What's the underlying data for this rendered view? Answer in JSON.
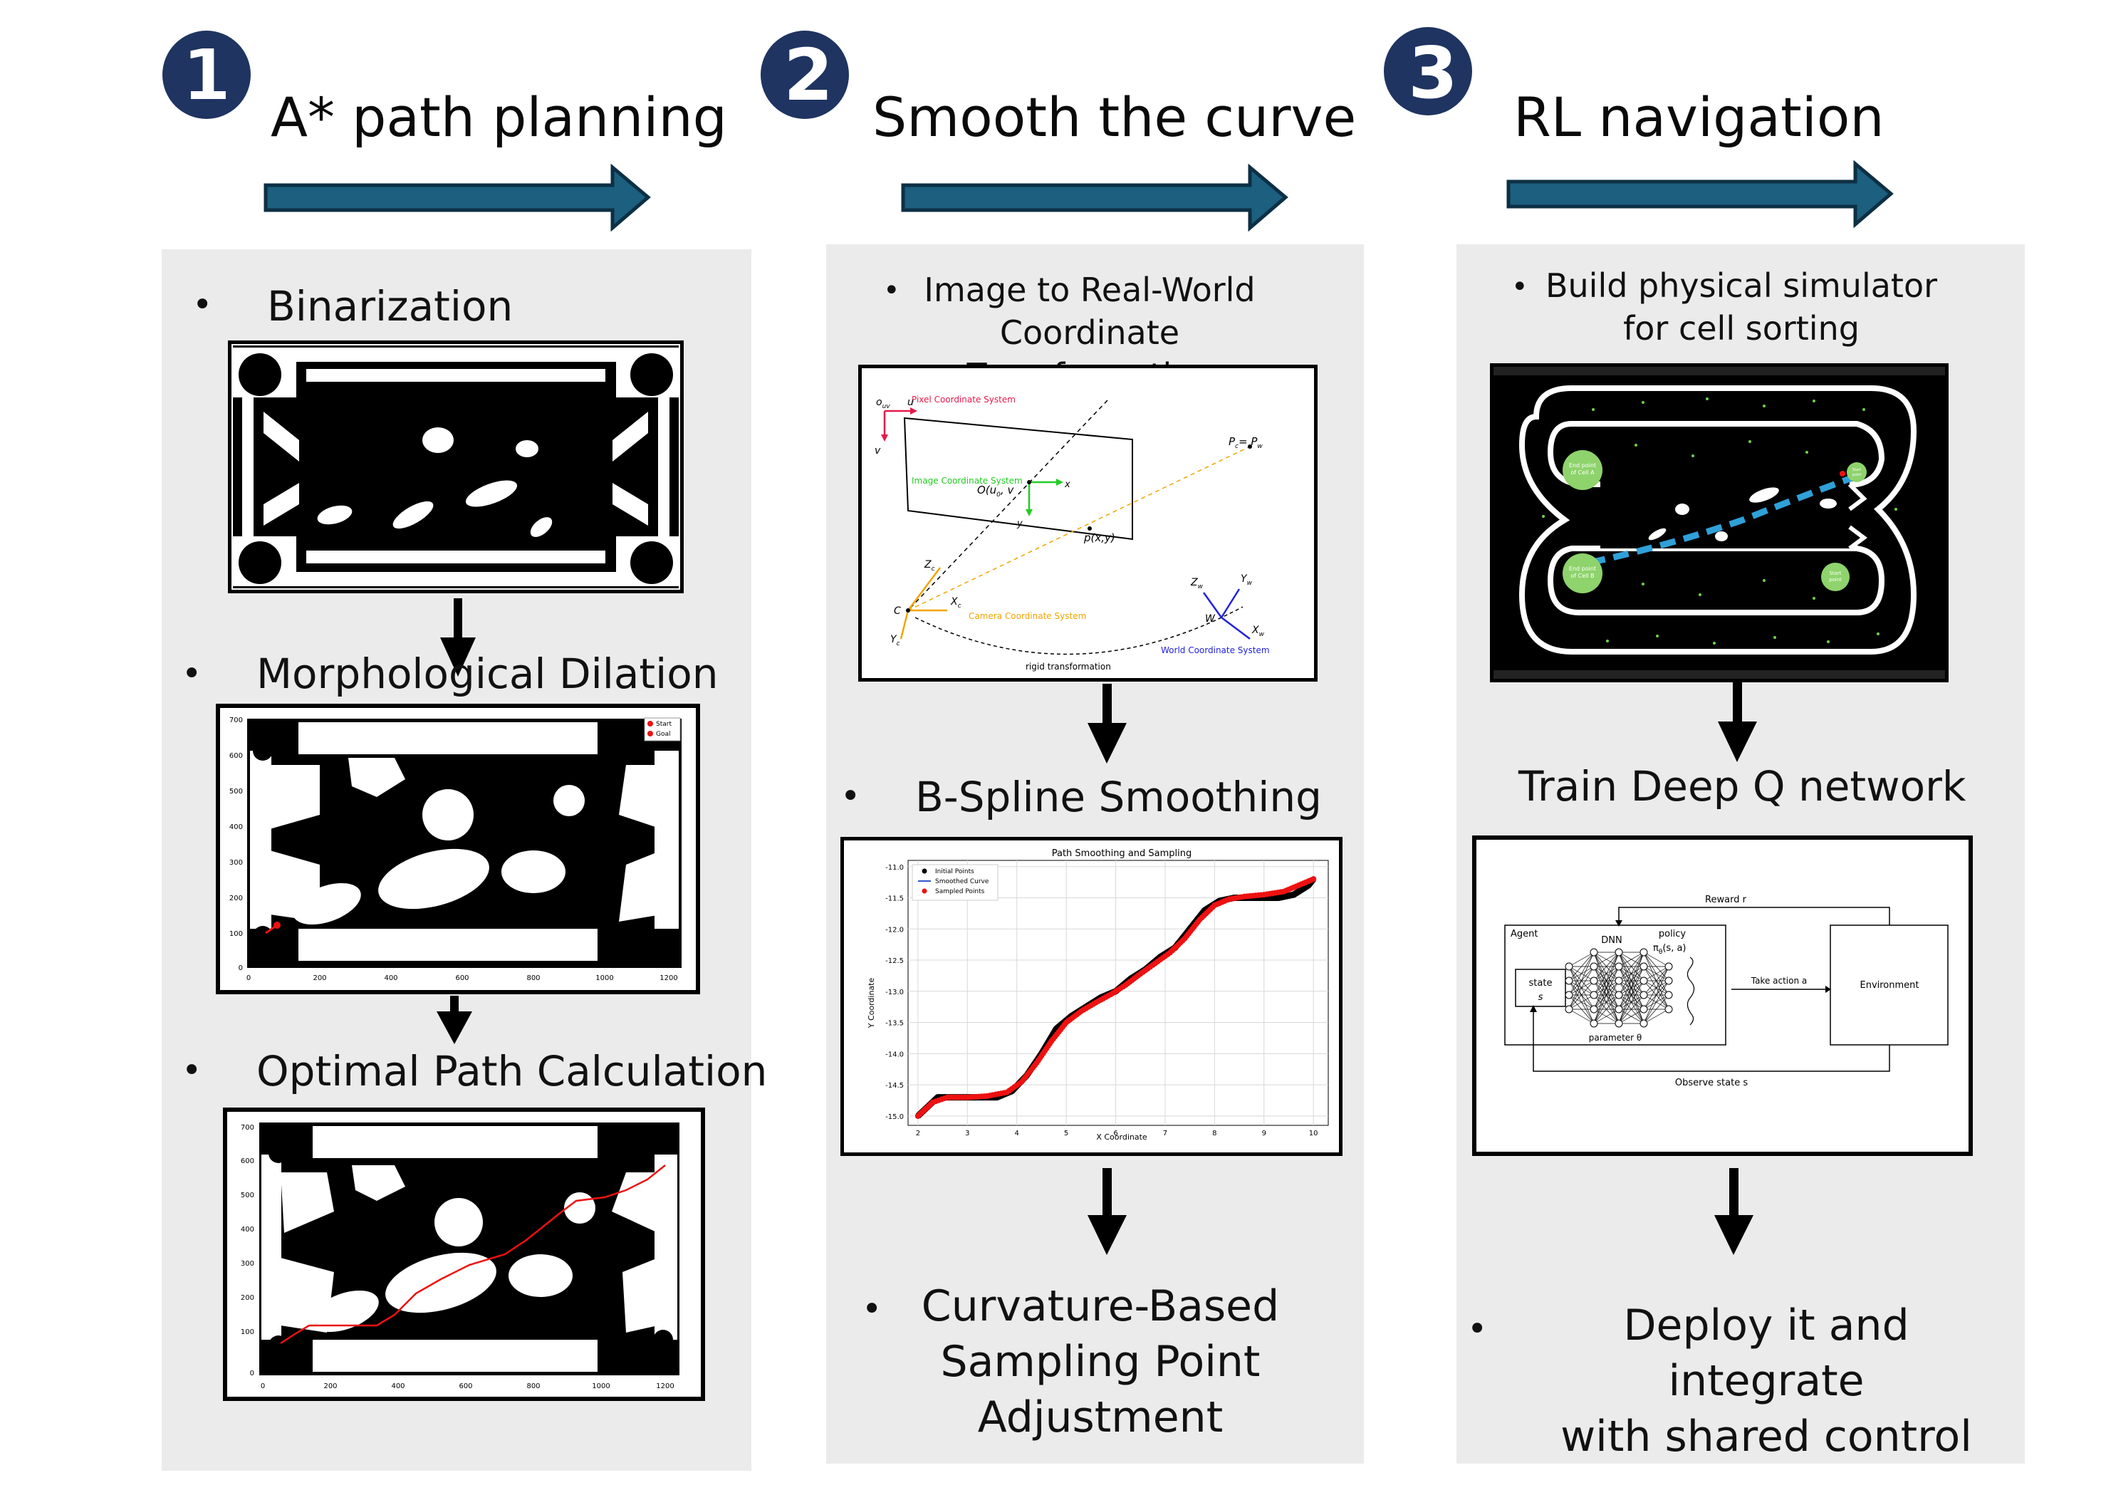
{
  "stages": [
    {
      "number": "1",
      "title": "A* path planning"
    },
    {
      "number": "2",
      "title": "Smooth the curve"
    },
    {
      "number": "3",
      "title": "RL navigation"
    }
  ],
  "column1": {
    "steps": [
      "Binarization",
      "Morphological Dilation",
      "Optimal Path Calculation"
    ],
    "dilation_plot": {
      "legend": [
        "Start",
        "Goal"
      ],
      "y_ticks": [
        "700",
        "600",
        "500",
        "400",
        "300",
        "200",
        "100",
        "0"
      ],
      "x_ticks": [
        "0",
        "200",
        "400",
        "600",
        "800",
        "1000",
        "1200"
      ]
    },
    "path_plot": {
      "y_ticks": [
        "700",
        "600",
        "500",
        "400",
        "300",
        "200",
        "100",
        "0"
      ],
      "x_ticks": [
        "0",
        "200",
        "400",
        "600",
        "800",
        "1000",
        "1200"
      ]
    }
  },
  "column2": {
    "step1_line1": "Image to Real-World",
    "step1_line2": "Coordinate Transformation",
    "step2": "B-Spline Smoothing",
    "step3_lines": [
      "Curvature-Based",
      "Sampling Point",
      "Adjustment"
    ],
    "camera_diagram": {
      "pixel_label": "Pixel Coordinate System",
      "image_label": "Image Coordinate System",
      "camera_label": "Camera Coordinate System",
      "world_label": "World Coordinate System",
      "rigid_label": "rigid transformation",
      "o_uv": "o",
      "o_sub": "uv",
      "u": "u",
      "v": "v",
      "origin": "O(u",
      "origin_rest": ", v",
      "x": "x",
      "y": "y",
      "p": "p(x,y)",
      "pc": "P",
      "pw": "= P",
      "zc": "Z",
      "xc": "X",
      "yc": "Y",
      "c": "C",
      "zw": "Z",
      "yw": "Y",
      "xw": "X",
      "w": "W",
      "sub_c": "c",
      "sub_w": "w",
      "sub_0": "0"
    }
  },
  "column3": {
    "step1_line1": "Build physical simulator",
    "step1_line2": "for cell sorting",
    "step2": "Train Deep Q network",
    "step3_line1": "Deploy it and integrate",
    "step3_line2": "with shared control",
    "simulator": {
      "end_a": [
        "End point",
        "of Cell A"
      ],
      "end_b": [
        "End point",
        "of Cell B"
      ],
      "start_point": [
        "Start",
        "point"
      ],
      "top_right": [
        "Start",
        "point"
      ]
    },
    "dqn": {
      "reward": "Reward r",
      "agent": "Agent",
      "dnn": "DNN",
      "policy": "policy",
      "policy_fn": "π",
      "policy_sub": "θ",
      "policy_args": "(s, a)",
      "state": "state",
      "state_s": "s",
      "parameter": "parameter θ",
      "take_action": "Take action a",
      "environment": "Environment",
      "observe": "Observe state s"
    }
  },
  "chart_data": {
    "type": "line",
    "title": "Path Smoothing and Sampling",
    "xlabel": "X Coordinate",
    "ylabel": "Y Coordinate",
    "xlim": [
      1.8,
      10.3
    ],
    "ylim": [
      -15.15,
      -10.9
    ],
    "x_ticks": [
      2,
      3,
      4,
      5,
      6,
      7,
      8,
      9,
      10
    ],
    "y_ticks": [
      -11.0,
      -11.5,
      -12.0,
      -12.5,
      -13.0,
      -13.5,
      -14.0,
      -14.5,
      -15.0
    ],
    "grid": true,
    "legend_position": "top-left",
    "series": [
      {
        "name": "Initial Points",
        "color": "#000000",
        "x": [
          2.0,
          2.2,
          2.4,
          2.7,
          3.0,
          3.3,
          3.6,
          3.9,
          4.2,
          4.5,
          4.8,
          5.1,
          5.4,
          5.7,
          6.0,
          6.3,
          6.6,
          6.9,
          7.2,
          7.5,
          7.8,
          8.1,
          8.4,
          8.7,
          9.0,
          9.3,
          9.6,
          9.9,
          10.0
        ],
        "y": [
          -15.0,
          -14.85,
          -14.7,
          -14.7,
          -14.7,
          -14.7,
          -14.7,
          -14.6,
          -14.35,
          -14.0,
          -13.6,
          -13.4,
          -13.25,
          -13.1,
          -13.0,
          -12.8,
          -12.65,
          -12.45,
          -12.3,
          -12.0,
          -11.7,
          -11.55,
          -11.5,
          -11.5,
          -11.5,
          -11.5,
          -11.45,
          -11.3,
          -11.2
        ]
      },
      {
        "name": "Smoothed Curve",
        "color": "#3355cc",
        "x": [
          2.0,
          2.3,
          2.6,
          3.0,
          3.4,
          3.8,
          4.1,
          4.4,
          4.7,
          5.0,
          5.3,
          5.6,
          5.9,
          6.2,
          6.5,
          6.8,
          7.1,
          7.4,
          7.7,
          8.0,
          8.3,
          8.6,
          9.0,
          9.4,
          9.7,
          10.0
        ],
        "y": [
          -15.0,
          -14.78,
          -14.7,
          -14.7,
          -14.68,
          -14.62,
          -14.45,
          -14.15,
          -13.8,
          -13.5,
          -13.32,
          -13.18,
          -13.05,
          -12.9,
          -12.72,
          -12.55,
          -12.38,
          -12.15,
          -11.85,
          -11.62,
          -11.52,
          -11.48,
          -11.45,
          -11.4,
          -11.3,
          -11.2
        ]
      },
      {
        "name": "Sampled Points",
        "color": "#ee1111",
        "x": [
          2.0,
          2.3,
          2.6,
          3.0,
          3.4,
          3.8,
          4.1,
          4.4,
          4.7,
          5.0,
          5.3,
          5.6,
          5.9,
          6.2,
          6.5,
          6.8,
          7.1,
          7.4,
          7.7,
          8.0,
          8.3,
          8.6,
          9.0,
          9.4,
          9.7,
          10.0
        ],
        "y": [
          -15.0,
          -14.78,
          -14.7,
          -14.7,
          -14.68,
          -14.62,
          -14.45,
          -14.15,
          -13.8,
          -13.5,
          -13.32,
          -13.18,
          -13.05,
          -12.9,
          -12.72,
          -12.55,
          -12.38,
          -12.15,
          -11.85,
          -11.62,
          -11.52,
          -11.48,
          -11.45,
          -11.4,
          -11.3,
          -11.2
        ]
      }
    ]
  },
  "colors": {
    "badge": "#1f3461",
    "arrow_fill": "#1c5f7f",
    "arrow_stroke": "#0d2f44",
    "panel": "#ebebeb",
    "pixel_label": "#e6194b",
    "image_label": "#22cc22",
    "camera_label": "#f0a500",
    "world_label": "#2222dd",
    "sim_green": "#8ed36c",
    "sim_path": "#2fa0d8"
  }
}
